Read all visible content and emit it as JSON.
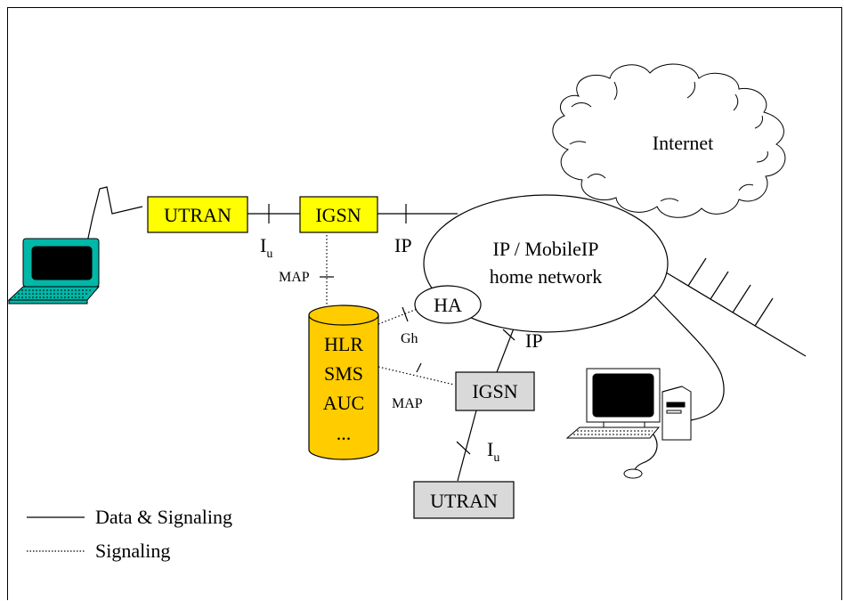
{
  "nodes": {
    "utran_top": "UTRAN",
    "igsn_top": "IGSN",
    "igsn_bottom": "IGSN",
    "utran_bottom": "UTRAN",
    "internet": "Internet",
    "home_network_line1": "IP / MobileIP",
    "home_network_line2": "home network",
    "ha": "HA",
    "database_lines": [
      "HLR",
      "SMS",
      "AUC",
      "..."
    ]
  },
  "interfaces": {
    "iu_top_main": "I",
    "iu_top_sub": "u",
    "ip_top": "IP",
    "map_top": "MAP",
    "gh": "Gh",
    "ip_bottom": "IP",
    "map_bottom": "MAP",
    "iu_bottom_main": "I",
    "iu_bottom_sub": "u"
  },
  "legend": {
    "solid_label": "Data & Signaling",
    "dotted_label": "Signaling"
  },
  "colors": {
    "yellow_box": "#ffff00",
    "grey_box": "#d9d9d9",
    "database": "#ffcc00",
    "line": "#000000",
    "laptop_screen": "#000000",
    "laptop_body": "#00b7a8"
  }
}
